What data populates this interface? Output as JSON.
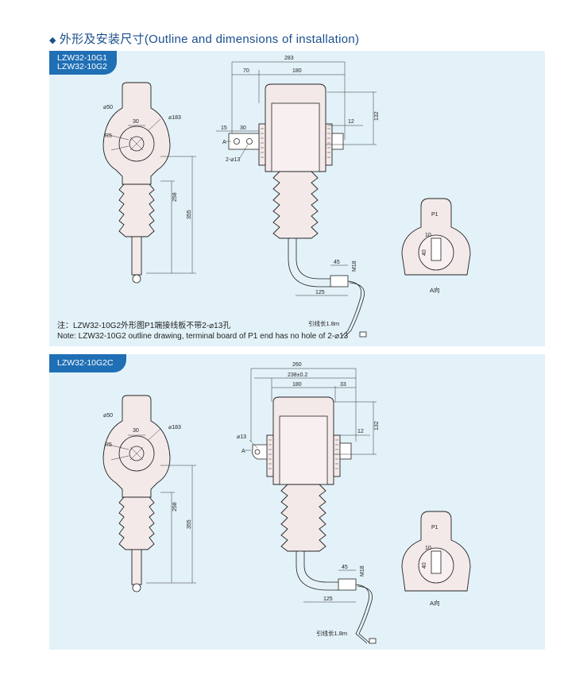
{
  "heading": "外形及安装尺寸(Outline and dimensions of installation)",
  "panel1": {
    "tag_line1": "LZW32-10G1",
    "tag_line2": "LZW32-10G2",
    "note_cn": "注：LZW32-10G2外形图P1端接线板不带2-⌀13孔",
    "note_en": "Note: LZW32-10G2 outline drawing, terminal board of P1 end has no hole of 2-⌀13",
    "dims": {
      "d50": "⌀50",
      "d30": "30",
      "r5": "R5",
      "d183": "⌀183",
      "d258": "258",
      "d355": "355",
      "d283": "283",
      "d70": "70",
      "d180": "180",
      "d132": "132",
      "d15": "15",
      "d30b": "30",
      "d12": "12",
      "a": "A",
      "holes": "2-⌀13",
      "d45": "45",
      "m18": "M18",
      "d125": "125",
      "lead": "引线长1.8m",
      "p1": "P1",
      "d10": "10",
      "d40": "40",
      "aview": "A向"
    }
  },
  "panel2": {
    "tag": "LZW32-10G2C",
    "dims": {
      "d50": "⌀50",
      "d30": "30",
      "r5": "R5",
      "d183": "⌀183",
      "d258": "258",
      "d355": "355",
      "d260": "260",
      "d238": "238±0.2",
      "d180": "180",
      "d33": "33",
      "d132": "132",
      "d13": "⌀13",
      "d12": "12",
      "a": "A",
      "d45": "45",
      "m18": "M18",
      "d125": "125",
      "lead": "引线长1.8m",
      "p1": "P1",
      "d10": "10",
      "d40": "40",
      "aview": "A向"
    }
  }
}
